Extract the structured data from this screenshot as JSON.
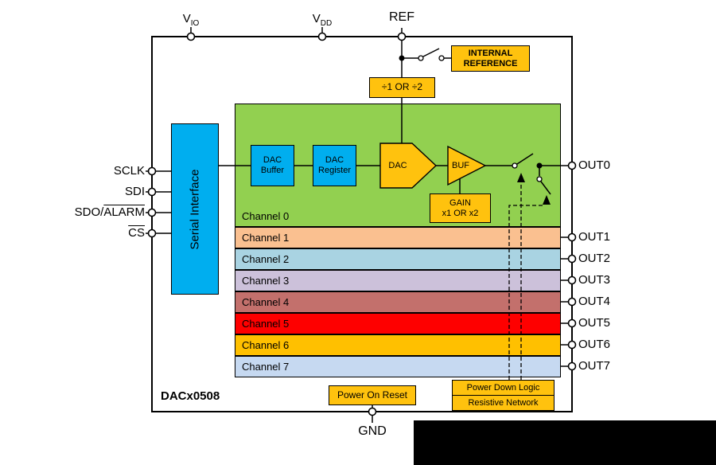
{
  "chip_title": "DACx0508",
  "pins": {
    "top": {
      "vio": {
        "main": "V",
        "sub": "IO"
      },
      "vdd": {
        "main": "V",
        "sub": "DD"
      },
      "ref": "REF"
    },
    "left": {
      "sclk": "SCLK",
      "sdi": "SDI",
      "sdo_prefix": "SDO/",
      "sdo_overline": "ALARM",
      "cs": "CS"
    },
    "right": [
      "OUT0",
      "OUT1",
      "OUT2",
      "OUT3",
      "OUT4",
      "OUT5",
      "OUT6",
      "OUT7"
    ],
    "bottom": {
      "gnd": "GND"
    }
  },
  "blocks": {
    "serial_interface": "Serial Interface",
    "dac_buffer": "DAC\nBuffer",
    "dac_register": "DAC\nRegister",
    "dac": "DAC",
    "buf": "BUF",
    "gain": "GAIN\nx1 OR x2",
    "ref_divider": "÷1 OR ÷2",
    "internal_reference": "INTERNAL\nREFERENCE",
    "power_on_reset": "Power On Reset",
    "power_down_logic": "Power Down Logic",
    "resistive_network": "Resistive Network"
  },
  "channels": [
    {
      "label": "Channel 0",
      "color": "#92D050"
    },
    {
      "label": "Channel 1",
      "color": "#FAC090"
    },
    {
      "label": "Channel 2",
      "color": "#A9D3E2"
    },
    {
      "label": "Channel 3",
      "color": "#CCC1DA"
    },
    {
      "label": "Channel 4",
      "color": "#C3706C"
    },
    {
      "label": "Channel 5",
      "color": "#FE0000"
    },
    {
      "label": "Channel 6",
      "color": "#FFC000"
    },
    {
      "label": "Channel 7",
      "color": "#C6D9F1"
    }
  ],
  "colors": {
    "block_blue": "#00AEEF",
    "block_yellow": "#FFC20E",
    "wire": "#000000"
  }
}
